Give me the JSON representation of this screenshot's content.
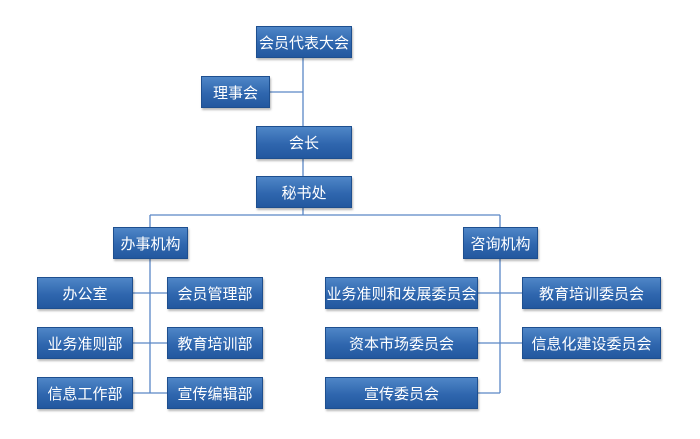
{
  "org_chart": {
    "general_assembly": "会员代表大会",
    "council": "理事会",
    "president": "会长",
    "secretariat": "秘书处",
    "executive": {
      "label": "办事机构",
      "departments": [
        "办公室",
        "会员管理部",
        "业务准则部",
        "教育培训部",
        "信息工作部",
        "宣传编辑部"
      ]
    },
    "advisory": {
      "label": "咨询机构",
      "committees": [
        "业务准则和发展委员会",
        "教育培训委员会",
        "资本市场委员会",
        "信息化建设委员会",
        "宣传委员会"
      ]
    }
  },
  "colors": {
    "box_fill": "#2f66ae",
    "box_border": "#1e4f8f",
    "connector": "#5b87c5",
    "text": "#ffffff"
  }
}
